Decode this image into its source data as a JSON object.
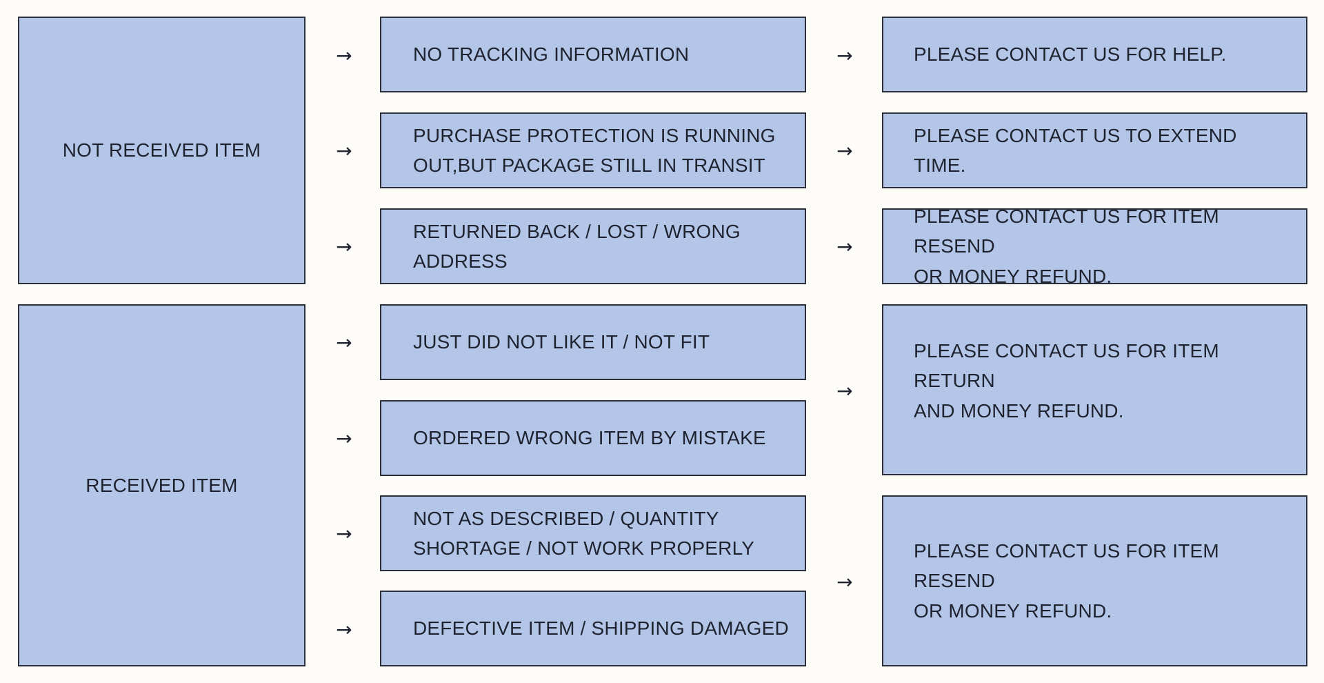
{
  "arrow_glyph": "→",
  "categories": [
    {
      "id": "not-received",
      "label": "NOT RECEIVED ITEM"
    },
    {
      "id": "received",
      "label": "RECEIVED ITEM"
    }
  ],
  "issues": [
    {
      "lines": [
        "NO TRACKING INFORMATION"
      ]
    },
    {
      "lines": [
        "PURCHASE PROTECTION IS RUNNING",
        "OUT,BUT PACKAGE STILL IN TRANSIT"
      ]
    },
    {
      "lines": [
        "RETURNED BACK / LOST / WRONG",
        "ADDRESS"
      ]
    },
    {
      "lines": [
        "JUST DID NOT LIKE IT / NOT FIT"
      ]
    },
    {
      "lines": [
        "ORDERED WRONG ITEM BY MISTAKE"
      ]
    },
    {
      "lines": [
        "NOT AS DESCRIBED / QUANTITY",
        "SHORTAGE / NOT WORK PROPERLY"
      ]
    },
    {
      "lines": [
        "DEFECTIVE ITEM / SHIPPING DAMAGED"
      ]
    }
  ],
  "actions": [
    {
      "lines": [
        "PLEASE CONTACT US FOR HELP."
      ]
    },
    {
      "lines": [
        "PLEASE CONTACT US TO EXTEND TIME."
      ]
    },
    {
      "lines": [
        "PLEASE CONTACT US FOR ITEM RESEND",
        "OR MONEY REFUND."
      ]
    },
    {
      "lines": [
        "PLEASE CONTACT US FOR ITEM RETURN",
        "AND MONEY REFUND."
      ]
    },
    {
      "lines": [
        "PLEASE CONTACT US FOR ITEM RESEND",
        "OR MONEY REFUND."
      ]
    }
  ],
  "colors": {
    "box_fill": "#b4c6e8",
    "box_border": "#2a2f3a",
    "text": "#1f2330",
    "background": "#fdfcf8"
  }
}
